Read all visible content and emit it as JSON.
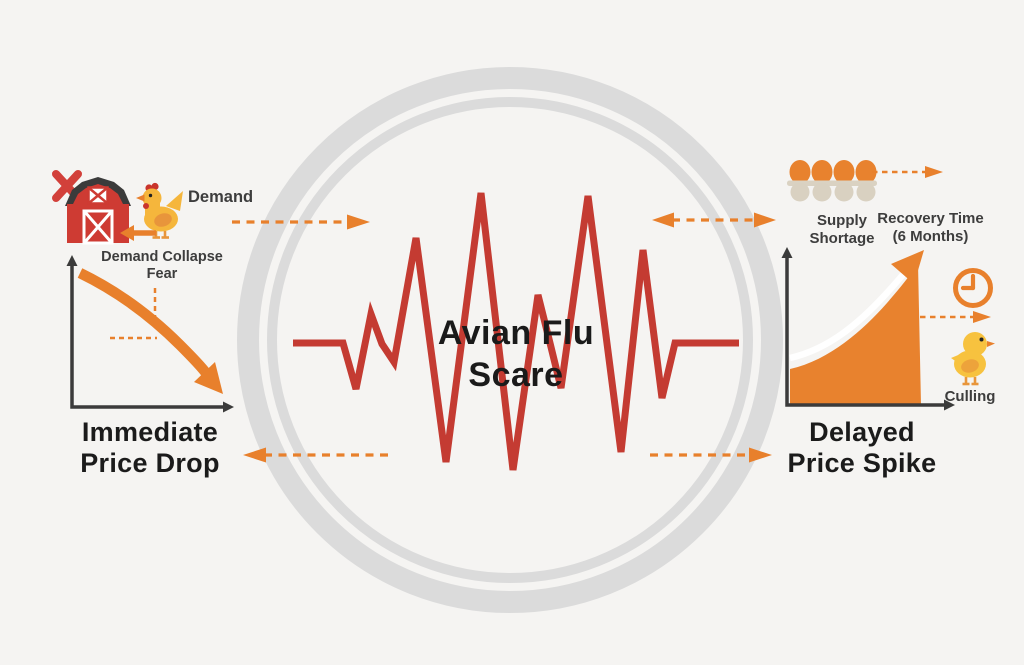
{
  "title": "Avian Flu\nScare",
  "left": {
    "demand_label": "Demand",
    "fear_label": "Demand Collapse\nFear",
    "heading": "Immediate\nPrice Drop"
  },
  "right": {
    "supply_label": "Supply\nShortage",
    "recovery_label": "Recovery Time\n(6 Months)",
    "culling_label": "Culling",
    "heading": "Delayed\nPrice Spike"
  },
  "icons": {
    "x-mark": "✕",
    "barn": "red barn",
    "chicken": "hen",
    "solid-left-arrow": "←",
    "egg-carton": "four eggs in carton",
    "clock": "clock at 9:00",
    "chick": "chick",
    "down-trend-chart": "declining curve with arrow",
    "up-trend-chart": "rising curve with arrow"
  },
  "colors": {
    "accent_orange": "#E8802C",
    "signal_red": "#C43B32",
    "barn_red": "#CE3B33",
    "ring_gray": "#DBDBDB",
    "axis_dark": "#3B3B3B",
    "heading_black": "#1A1A1A",
    "background": "#F5F4F2"
  }
}
